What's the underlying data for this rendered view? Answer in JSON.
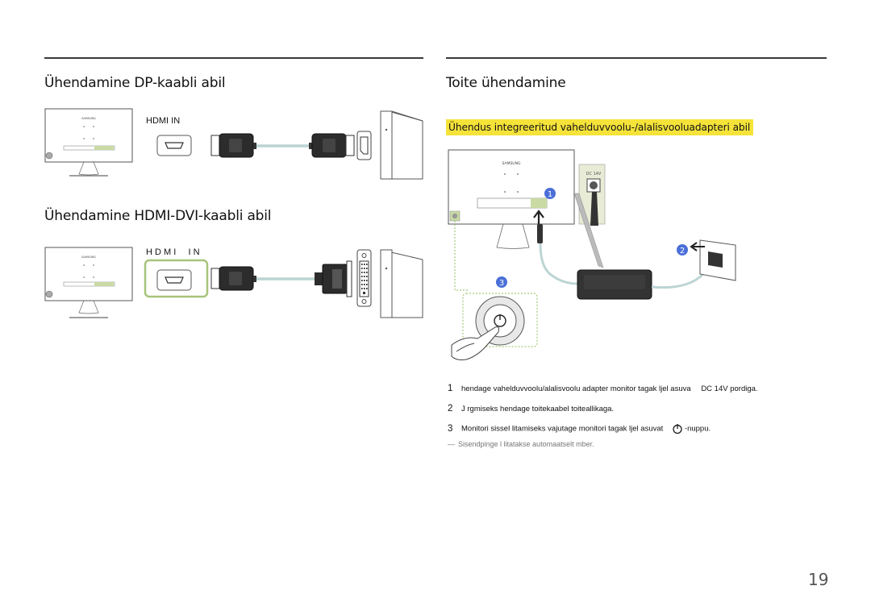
{
  "sections": {
    "dp": {
      "title": "Ühendamine DP-kaabli abil",
      "port_label": "HDMI IN"
    },
    "hdmi_dvi": {
      "title": "Ühendamine HDMI-DVI-kaabli abil",
      "port_label": "H D M I     I N"
    },
    "power": {
      "title": "Toite ühendamine",
      "subtitle": "Ühendus integreeritud vahelduvvoolu-/alalisvooluadapteri abil",
      "wall_label": "DC 14V",
      "markers": [
        "1",
        "2",
        "3"
      ]
    }
  },
  "monitor_brand": "SAMSUNG",
  "steps": [
    {
      "num": "1",
      "text": "hendage vahelduvvoolu/alalisvoolu adapter monitor tagak ljel asuva",
      "extra": "DC 14V pordiga."
    },
    {
      "num": "2",
      "text": "J rgmiseks  hendage toitekaabel toiteallikaga."
    },
    {
      "num": "3",
      "text": "Monitori sissel litamiseks vajutage monitori tagak ljel asuvat",
      "extra": "-nuppu."
    }
  ],
  "note": "Sisendpinge l litatakse automaatselt  mber.",
  "note_mark": "―",
  "page_number": "19",
  "colors": {
    "highlight": "#f5e33a",
    "marker": "#4a6fd8",
    "dashed": "#8fbf5a",
    "cable": "#bcd4d4"
  }
}
